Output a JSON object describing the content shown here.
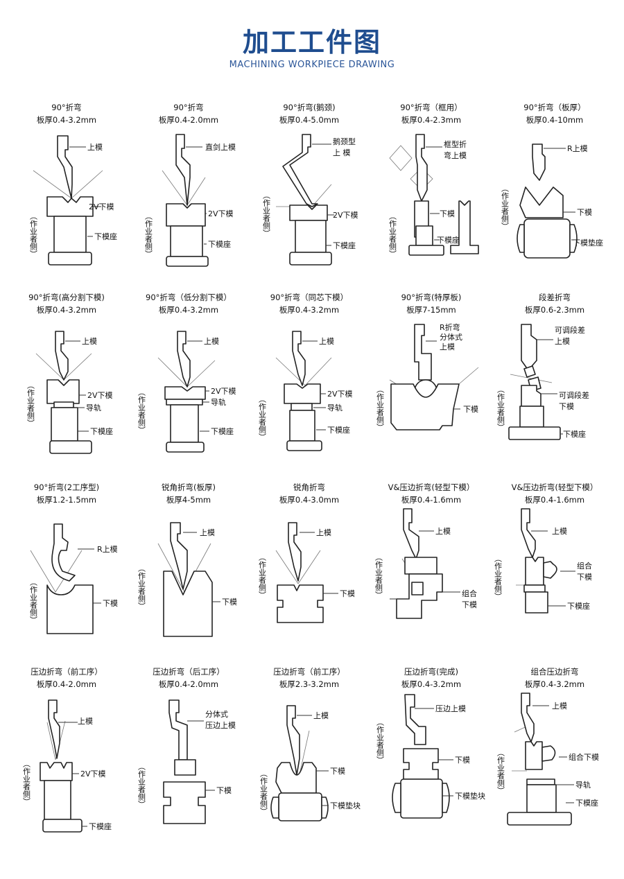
{
  "header": {
    "title": "加工工件图",
    "subtitle": "MACHINING WORKPIECE DRAWING"
  },
  "side_label": "（作业者侧）",
  "cells": [
    {
      "l1": "90°折弯",
      "l2": "板厚0.4-3.2mm",
      "labels": [
        "上模",
        "2V下模",
        "下模座"
      ],
      "side": true
    },
    {
      "l1": "90°折弯",
      "l2": "板厚0.4-2.0mm",
      "labels": [
        "直剑上模",
        "2V下模",
        "下模座"
      ],
      "side": true
    },
    {
      "l1": "90°折弯(鹅颈)",
      "l2": "板厚0.4-5.0mm",
      "labels": [
        "鹅颈型",
        "上 模",
        "2V下模",
        "下模座"
      ],
      "side": true
    },
    {
      "l1": "90°折弯（框用）",
      "l2": "板厚0.4-2.3mm",
      "labels": [
        "框型折",
        "弯上模",
        "下模",
        "下模座"
      ],
      "side": true
    },
    {
      "l1": "90°折弯（板厚）",
      "l2": "板厚0.4-10mm",
      "labels": [
        "R上模",
        "下模",
        "下模垫座"
      ],
      "side": true
    },
    {
      "l1": "90°折弯(高分割下模)",
      "l2": "板厚0.4-3.2mm",
      "labels": [
        "上模",
        "2V下模",
        "导轨",
        "下模座"
      ],
      "side": true
    },
    {
      "l1": "90°折弯（低分割下模）",
      "l2": "板厚0.4-3.2mm",
      "labels": [
        "上模",
        "2V下模",
        "导轨",
        "下模座"
      ],
      "side": true
    },
    {
      "l1": "90°折弯（同芯下模）",
      "l2": "板厚0.4-3.2mm",
      "labels": [
        "上模",
        "2V下模",
        "导轨",
        "下模座"
      ],
      "side": true
    },
    {
      "l1": "90°折弯(特厚板)",
      "l2": "板厚7-15mm",
      "labels": [
        "R折弯",
        "分体式",
        "上模",
        "下模"
      ],
      "side": true
    },
    {
      "l1": "段差折弯",
      "l2": "板厚0.6-2.3mm",
      "labels": [
        "可调段差",
        "上模",
        "可调段差",
        "下模",
        "下模座"
      ],
      "side": true
    },
    {
      "l1": "90°折弯(2工序型)",
      "l2": "板厚1.2-1.5mm",
      "labels": [
        "R上模",
        "下模"
      ],
      "side": true
    },
    {
      "l1": "锐角折弯(板厚)",
      "l2": "板厚4-5mm",
      "labels": [
        "上模",
        "下模"
      ],
      "side": true
    },
    {
      "l1": "锐角折弯",
      "l2": "板厚0.4-3.0mm",
      "labels": [
        "上模",
        "下模"
      ],
      "side": true
    },
    {
      "l1": "V&压边折弯(轻型下模）",
      "l2": "板厚0.4-1.6mm",
      "labels": [
        "上模",
        "组合",
        "下模"
      ],
      "side": true
    },
    {
      "l1": "V&压边折弯(轻型下模）",
      "l2": "板厚0.4-1.6mm",
      "labels": [
        "上模",
        "组合",
        "下模",
        "下模座"
      ],
      "side": true
    },
    {
      "l1": "压边折弯（前工序）",
      "l2": "板厚0.4-2.0mm",
      "labels": [
        "上模",
        "2V下模",
        "下模座"
      ],
      "side": true
    },
    {
      "l1": "压边折弯（后工序）",
      "l2": "板厚0.4-2.0mm",
      "labels": [
        "分体式",
        "压边上模",
        "下模"
      ],
      "side": true
    },
    {
      "l1": "压边折弯（前工序）",
      "l2": "板厚2.3-3.2mm",
      "labels": [
        "上模",
        "下模",
        "下模垫块"
      ],
      "side": true
    },
    {
      "l1": "压边折弯(完成)",
      "l2": "板厚0.4-3.2mm",
      "labels": [
        "压边上模",
        "下模",
        "下模垫块"
      ],
      "side": true
    },
    {
      "l1": "组合压边折弯",
      "l2": "板厚0.4-3.2mm",
      "labels": [
        "上模",
        "组合下模",
        "导轨",
        "下模座"
      ],
      "side": true
    }
  ]
}
